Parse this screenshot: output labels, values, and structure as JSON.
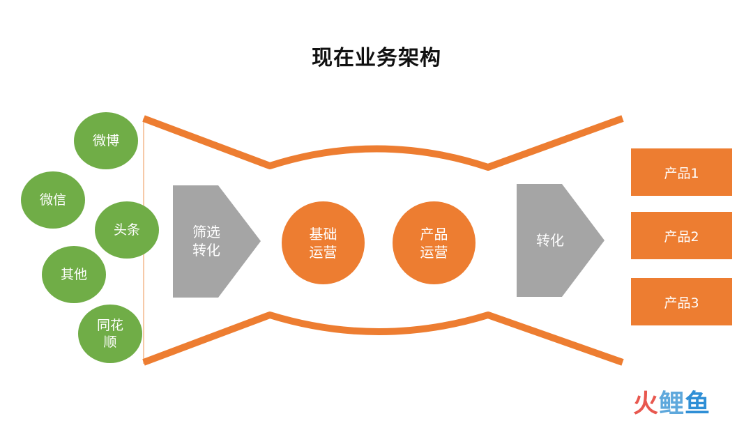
{
  "title": "现在业务架构",
  "sources": [
    "微博",
    "微信",
    "头条",
    "其他",
    "同花\n顺"
  ],
  "arrow_left_label": "筛选\n转化",
  "stage_circles": [
    "基础\n运营",
    "产品\n运营"
  ],
  "arrow_right_label": "转化",
  "products": [
    "产品1",
    "产品2",
    "产品3"
  ],
  "watermark": {
    "c1": "火",
    "c2": "鲤",
    "c3": "鱼"
  },
  "colors": {
    "orange": "#ed7d31",
    "green": "#70ad47",
    "gray": "#a5a5a5"
  }
}
